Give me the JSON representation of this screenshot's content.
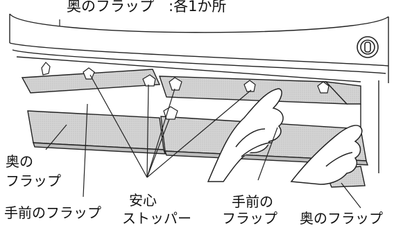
{
  "labels": {
    "top_caption": "奥のフラップ　:各1か所",
    "back_flap_left_line1": "奥の",
    "back_flap_left_line2": "フラップ",
    "front_flap_left": "手前のフラップ",
    "safety_stopper_line1": "安心",
    "safety_stopper_line2": "ストッパー",
    "front_flap_right_line1": "手前の",
    "front_flap_right_line2": "フラップ",
    "back_flap_right": "奥のフラップ"
  },
  "icons": [
    "scanner-body-illustration",
    "flap-illustration",
    "hand-illustration",
    "stopper-illustration",
    "dial-icon"
  ]
}
